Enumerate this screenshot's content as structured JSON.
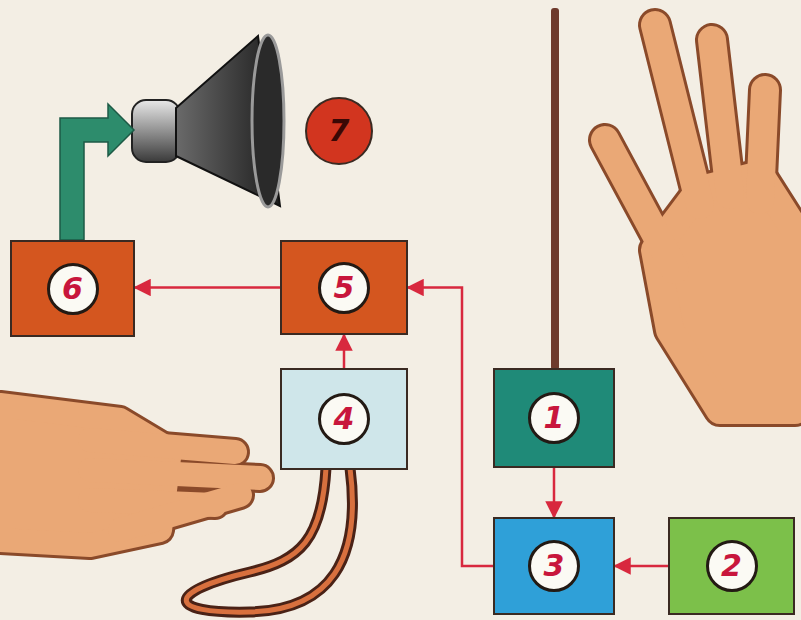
{
  "diagram": {
    "nodes": [
      {
        "text": [
          "7"
        ]
      },
      {
        "text": [
          "6"
        ]
      },
      {
        "text": [
          "5"
        ]
      },
      {
        "text": [
          "4"
        ]
      },
      {
        "text": [
          "1"
        ]
      },
      {
        "text": [
          "3"
        ]
      },
      {
        "text": [
          "2"
        ]
      }
    ],
    "edges": [
      {
        "from": 4,
        "to": 5,
        "arrow": "to"
      },
      {
        "from": 6,
        "to": 5,
        "arrow": "to"
      },
      {
        "from": 5,
        "to": 2,
        "arrow": "to"
      },
      {
        "from": 3,
        "to": 2,
        "arrow": "to"
      },
      {
        "from": 2,
        "to": 1,
        "arrow": "to"
      }
    ]
  }
}
